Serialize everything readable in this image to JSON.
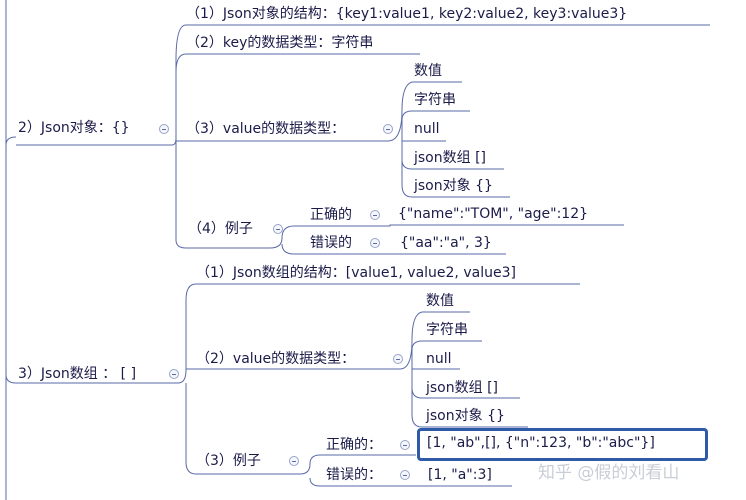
{
  "sections": [
    {
      "label": "2）Json对象：{}",
      "children": [
        {
          "label": "（1）Json对象的结构：{key1:value1, key2:value2, key3:value3}"
        },
        {
          "label": "（2）key的数据类型：字符串"
        },
        {
          "label": "（3）value的数据类型：",
          "items": [
            "数值",
            "字符串",
            "null",
            "json数组 []",
            "json对象 {}"
          ]
        },
        {
          "label": "（4）例子",
          "examples": [
            {
              "label": "正确的",
              "value": "{\"name\":\"TOM\", \"age\":12}"
            },
            {
              "label": "错误的",
              "value": "{\"aa\":\"a\", 3}"
            }
          ]
        }
      ]
    },
    {
      "label": "3）Json数组 ： [ ]",
      "children": [
        {
          "label": "（1）Json数组的结构：[value1, value2, value3]"
        },
        {
          "label": "（2）value的数据类型：",
          "items": [
            "数值",
            "字符串",
            "null",
            "json数组 []",
            "json对象 {}"
          ]
        },
        {
          "label": "（3）例子",
          "examples": [
            {
              "label": "正确的：",
              "value": "[1, \"ab\",[], {\"n\":123, \"b\":\"abc\"}]"
            },
            {
              "label": "错误的：",
              "value": "[1, \"a\":3]"
            }
          ]
        }
      ]
    }
  ],
  "watermark": "知乎 @假的刘看山",
  "colors": {
    "line": "#5a6aa8",
    "text": "#1b1b4a",
    "highlight": "#2f5aa8"
  }
}
